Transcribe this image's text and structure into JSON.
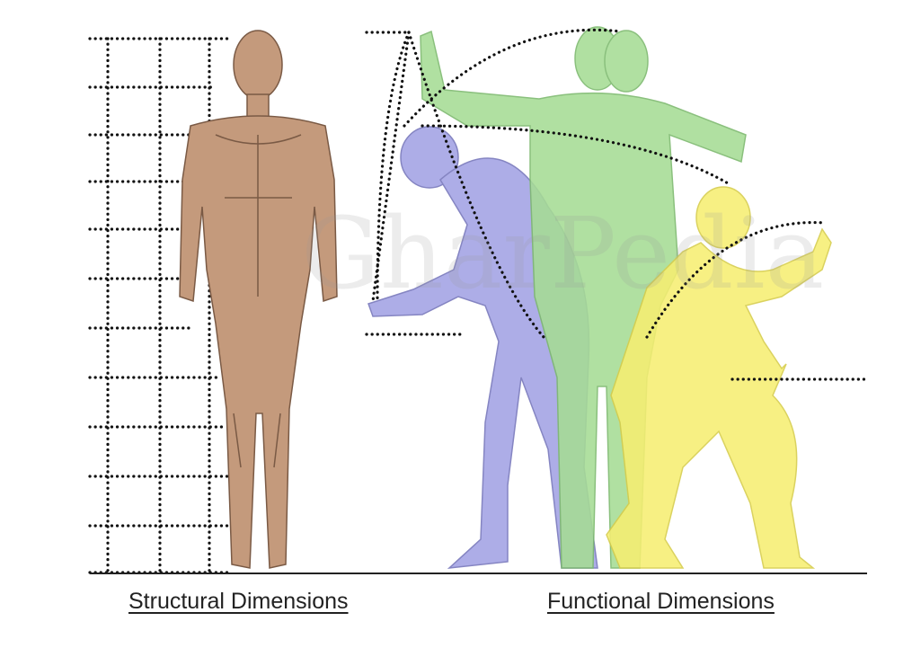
{
  "labels": {
    "structural": "Structural Dimensions",
    "functional": "Functional Dimensions"
  },
  "watermark": "GharPedia",
  "colors": {
    "structural_figure": "#c49a7c",
    "figure_purple": "#a9a9e6",
    "figure_green": "#a6dc95",
    "figure_yellow": "#f6ee72",
    "measure_lines": "#111111"
  }
}
